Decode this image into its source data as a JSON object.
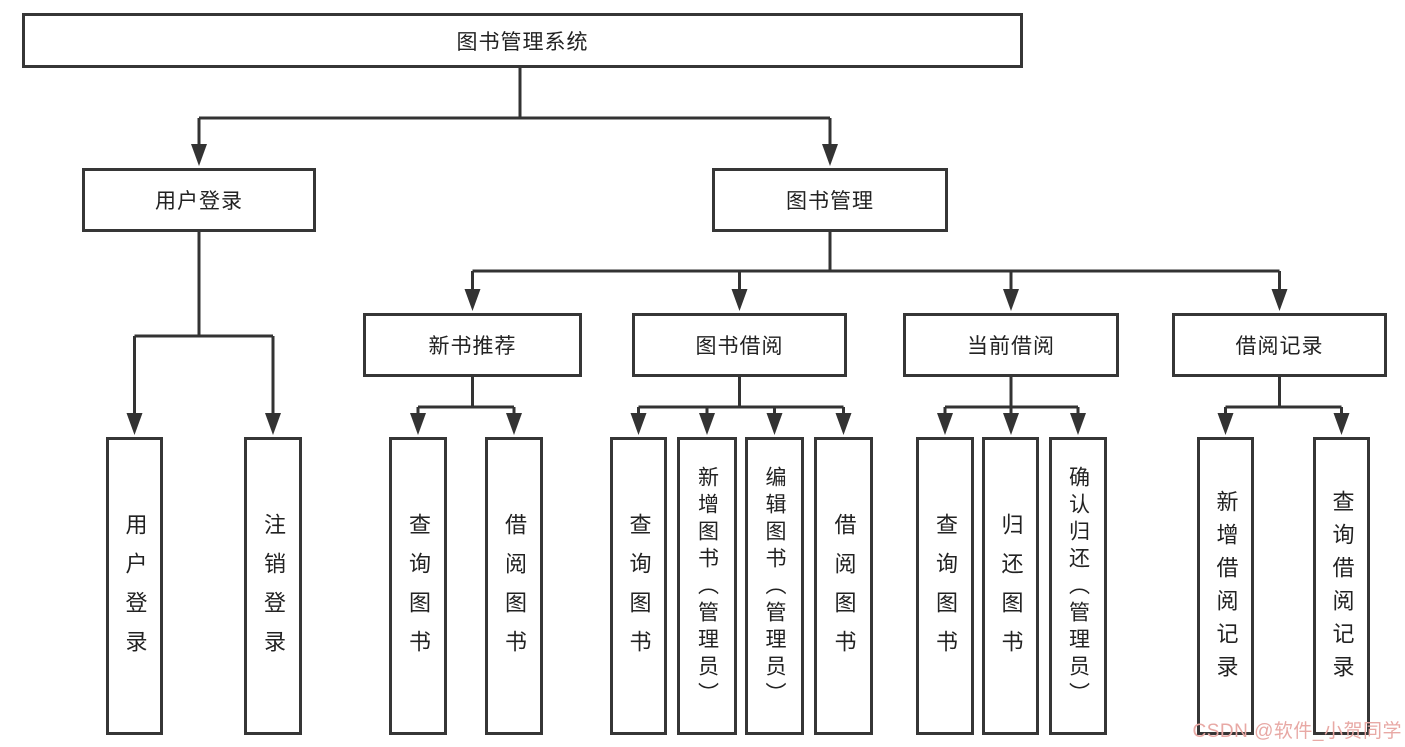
{
  "root": {
    "label": "图书管理系统"
  },
  "level1": [
    {
      "id": "user-login",
      "label": "用户登录"
    },
    {
      "id": "book-management",
      "label": "图书管理"
    }
  ],
  "level2": [
    {
      "id": "new-book-recommend",
      "label": "新书推荐"
    },
    {
      "id": "book-borrowing",
      "label": "图书借阅"
    },
    {
      "id": "current-borrowing",
      "label": "当前借阅"
    },
    {
      "id": "borrow-records",
      "label": "借阅记录"
    }
  ],
  "leaves": {
    "user_login": [
      "用户登录",
      "注销登录"
    ],
    "new_book": [
      "查询图书",
      "借阅图书"
    ],
    "borrowing": [
      "查询图书",
      "新增图书（管理员）",
      "编辑图书（管理员）",
      "借阅图书"
    ],
    "current": [
      "查询图书",
      "归还图书",
      "确认归还（管理员）"
    ],
    "records": [
      "新增借阅记录",
      "查询借阅记录"
    ]
  },
  "watermark": {
    "text": "CSDN @软件_小贺同学"
  },
  "colors": {
    "line": "#333333",
    "box_border": "#363636",
    "box_background": "#ffffff",
    "text": "#222222",
    "watermark": "#e8a9a5",
    "page_background": "#ffffff"
  }
}
